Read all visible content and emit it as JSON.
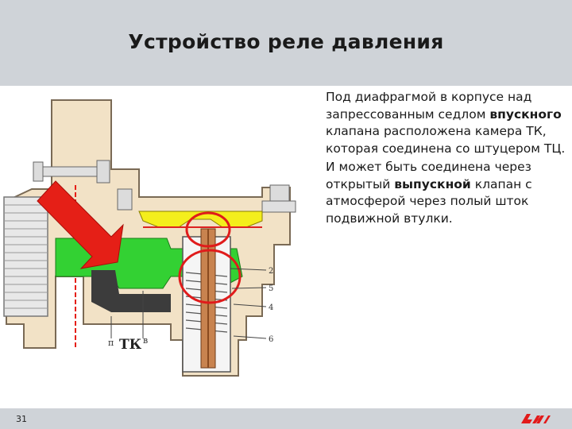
{
  "slide": {
    "title": "Устройство реле давления",
    "page_number": "31"
  },
  "description": {
    "p1_part1": "Под диафрагмой в корпусе над запрессованным седлом ",
    "p1_bold": "впускного",
    "p1_part2": " клапана расположена камера ТК, которая соединена со штуцером ТЦ.",
    "p2_part1": "И может быть соединена через открытый ",
    "p2_bold": "выпускной",
    "p2_part2": " клапан с атмосферой через полый шток подвижной втулки."
  },
  "diagram": {
    "labels": {
      "tk": "ТК",
      "p": "п",
      "v": "в",
      "n2": "2",
      "n5": "5",
      "n4": "4",
      "n6": "6"
    },
    "colors": {
      "body": "#f2e2c6",
      "chamber_green": "#33d133",
      "diaphragm_yellow": "#f4ee1c",
      "arrow_red": "#e51f17",
      "rod_copper": "#c8834f",
      "dark_channel": "#3c3c3c",
      "circle_red": "#e01b1b"
    }
  },
  "footer": {
    "logo_text": "РЖД",
    "logo_color": "#e21a1a"
  }
}
